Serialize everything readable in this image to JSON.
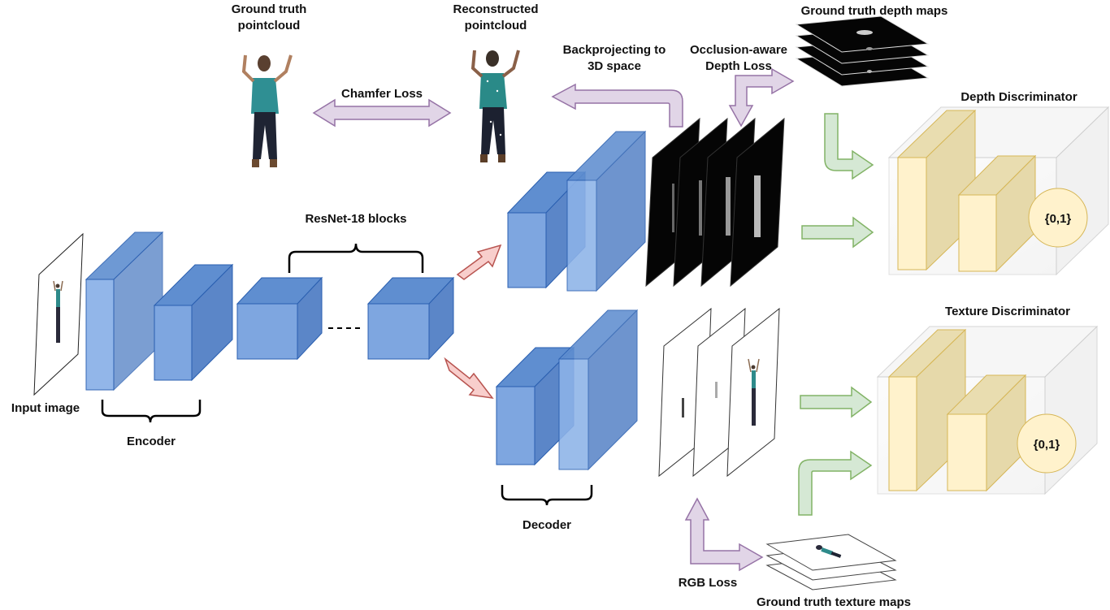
{
  "labels": {
    "input_image": "Input image",
    "encoder": "Encoder",
    "resnet_blocks": "ResNet-18 blocks",
    "decoder": "Decoder",
    "gt_pointcloud_1": "Ground truth",
    "gt_pointcloud_2": "pointcloud",
    "recon_pointcloud_1": "Reconstructed",
    "recon_pointcloud_2": "pointcloud",
    "chamfer_loss": "Chamfer Loss",
    "backprojecting_1": "Backprojecting to",
    "backprojecting_2": "3D space",
    "occlusion_1": "Occlusion-aware",
    "occlusion_2": "Depth Loss",
    "gt_depth_maps": "Ground truth depth maps",
    "depth_discriminator": "Depth Discriminator",
    "texture_discriminator": "Texture Discriminator",
    "depth_disc_output": "{0,1}",
    "texture_disc_output": "{0,1}",
    "rgb_loss": "RGB Loss",
    "gt_texture_maps": "Ground truth texture maps"
  },
  "colors": {
    "block_front": "#7ea6e0",
    "block_side": "#5b86c8",
    "block_top": "#5f8ed0",
    "block_stroke": "#2a5fb0",
    "arrow_purple_fill": "#e1d5e7",
    "arrow_purple_stroke": "#9673a6",
    "arrow_red_fill": "#f8cecc",
    "arrow_red_stroke": "#b85450",
    "arrow_green_fill": "#d5e8d4",
    "arrow_green_stroke": "#82b366",
    "disc_fill": "#fff2cc",
    "disc_stroke": "#d6b656"
  }
}
